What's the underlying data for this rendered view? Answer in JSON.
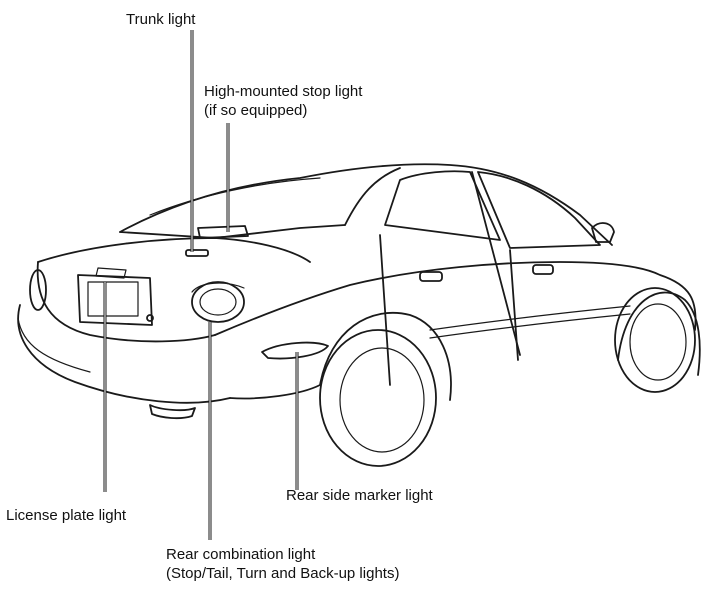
{
  "labels": {
    "trunk_light": "Trunk light",
    "high_mounted_stop_light": {
      "line1": "High-mounted stop light",
      "line2": "(if so equipped)"
    },
    "license_plate_light": "License plate light",
    "rear_side_marker_light": "Rear side marker light",
    "rear_combination_light": {
      "line1": "Rear combination light",
      "line2": "(Stop/Tail, Turn and Back-up lights)"
    }
  },
  "colors": {
    "ink": "#1a1a1a",
    "background": "#ffffff"
  }
}
